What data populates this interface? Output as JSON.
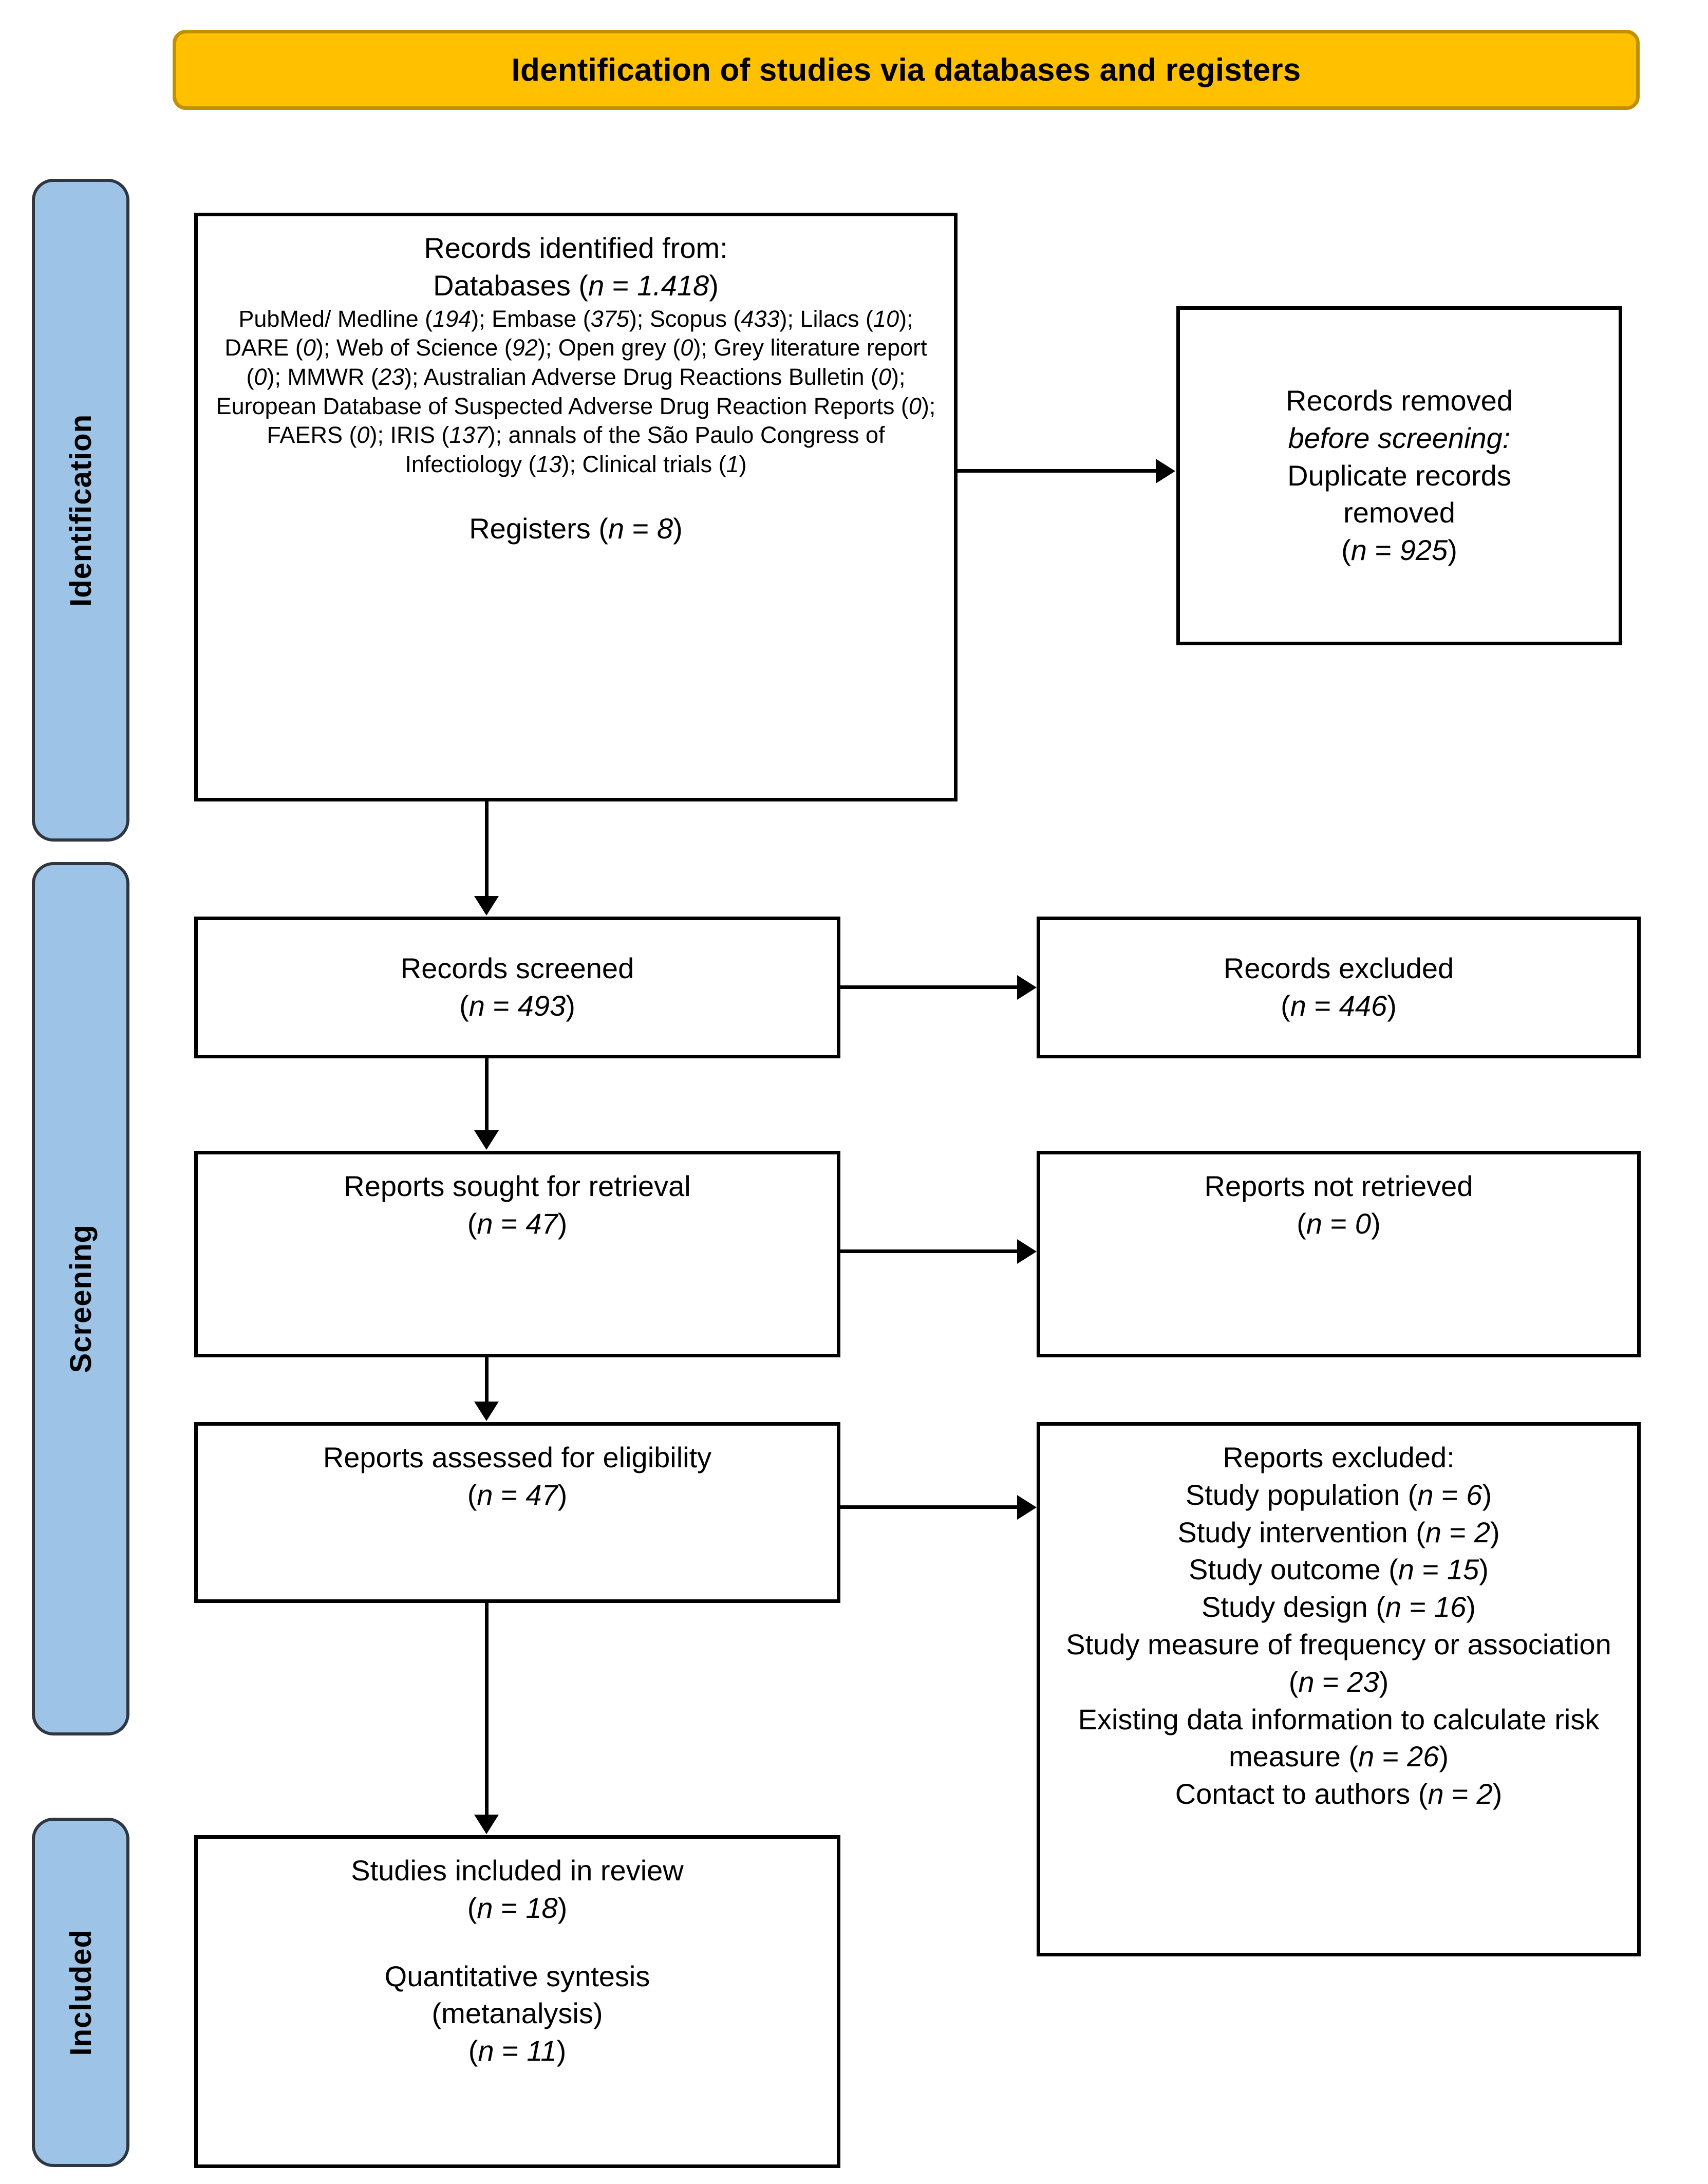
{
  "title": "Identification of studies via databases and registers",
  "stages": [
    {
      "key": "identification",
      "label": "Identification"
    },
    {
      "key": "screening",
      "label": "Screening"
    },
    {
      "key": "included",
      "label": "Included"
    }
  ],
  "boxes": {
    "identified": {
      "heading": "Records identified from:",
      "databases_line": "Databases (n = 1.418)",
      "sources_detail": "PubMed/ Medline (194); Embase (375); Scopus (433); Lilacs (10); DARE (0); Web of Science (92); Open grey (0); Grey literature report (0); MMWR (23); Australian Adverse Drug Reactions Bulletin (0); European Database of Suspected Adverse Drug Reaction Reports (0); FAERS (0); IRIS (137); annals of the São Paulo Congress of Infectiology (13); Clinical trials (1)",
      "registers_line": "Registers (n = 8)"
    },
    "removed": {
      "line1": "Records removed",
      "line2": "before screening:",
      "line3": "Duplicate records",
      "line4": "removed",
      "line5": "(n = 925)"
    },
    "screened": {
      "line1": "Records screened",
      "line2": "(n = 493)"
    },
    "excluded_records": {
      "line1": "Records excluded",
      "line2": "(n = 446)"
    },
    "sought": {
      "line1": "Reports sought for retrieval",
      "line2": "(n = 47)"
    },
    "not_retrieved": {
      "line1": "Reports not retrieved",
      "line2": "(n = 0)"
    },
    "assessed": {
      "line1": "Reports assessed for eligibility",
      "line2": "(n = 47)"
    },
    "excluded_reports": {
      "heading": "Reports excluded:",
      "reasons": [
        "Study population (n = 6)",
        "Study intervention (n = 2)",
        "Study outcome (n = 15)",
        "Study design (n = 16)",
        "Study measure of frequency or association (n = 23)",
        "Existing data information to calculate risk measure (n = 26)",
        "Contact to authors (n = 2)"
      ]
    },
    "included": {
      "line1": "Studies included in review",
      "line2": "(n = 18)",
      "line3": "Quantitative syntesis",
      "line4": "(metanalysis)",
      "line5": "(n = 11)"
    }
  },
  "counts": {
    "databases_total": 1418,
    "registers": 8,
    "duplicates_removed": 925,
    "records_screened": 493,
    "records_excluded": 446,
    "reports_sought": 47,
    "reports_not_retrieved": 0,
    "reports_assessed": 47,
    "studies_included": 18,
    "metanalysis": 11,
    "sources": {
      "PubMed/ Medline": 194,
      "Embase": 375,
      "Scopus": 433,
      "Lilacs": 10,
      "DARE": 0,
      "Web of Science": 92,
      "Open grey": 0,
      "Grey literature report": 0,
      "MMWR": 23,
      "Australian Adverse Drug Reactions Bulletin": 0,
      "European Database of Suspected Adverse Drug Reaction Reports": 0,
      "FAERS": 0,
      "IRIS": 137,
      "annals of the São Paulo Congress of Infectiology": 13,
      "Clinical trials": 1
    },
    "exclusion_reasons": {
      "Study population": 6,
      "Study intervention": 2,
      "Study outcome": 15,
      "Study design": 16,
      "Study measure of frequency or association": 23,
      "Existing data information to calculate risk measure": 26,
      "Contact to authors": 2
    }
  },
  "colors": {
    "banner_fill": "#FFC000",
    "banner_border": "#BF9000",
    "stage_fill": "#9DC3E6",
    "stage_border": "#2F3640",
    "box_border": "#000000"
  }
}
